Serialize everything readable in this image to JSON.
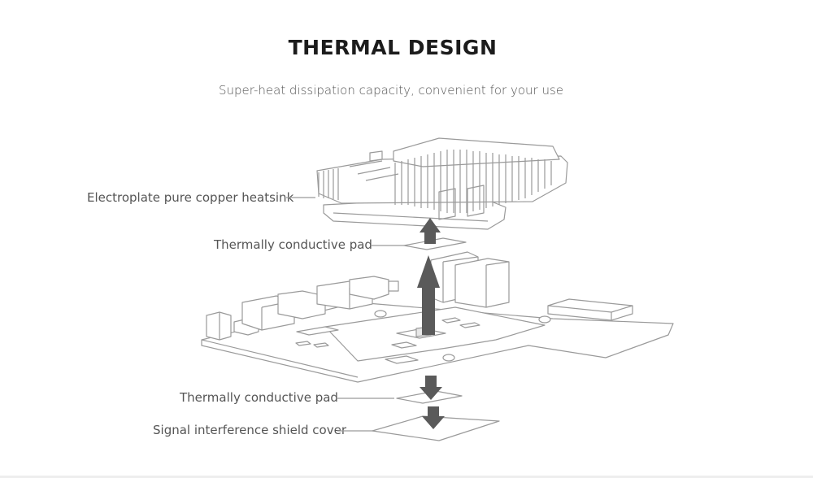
{
  "title": "THERMAL DESIGN",
  "subtitle": "Super-heat dissipation capacity, convenient for your use",
  "labels": {
    "heatsink": "Electroplate pure copper heatsink",
    "pad_top": "Thermally conductive pad",
    "pad_bottom": "Thermally conductive pad",
    "shield": "Signal interference shield cover"
  },
  "colors": {
    "line": "#9a9a9a",
    "arrow": "#5a5a5a",
    "text": "#555555",
    "title": "#1c1c1c"
  }
}
